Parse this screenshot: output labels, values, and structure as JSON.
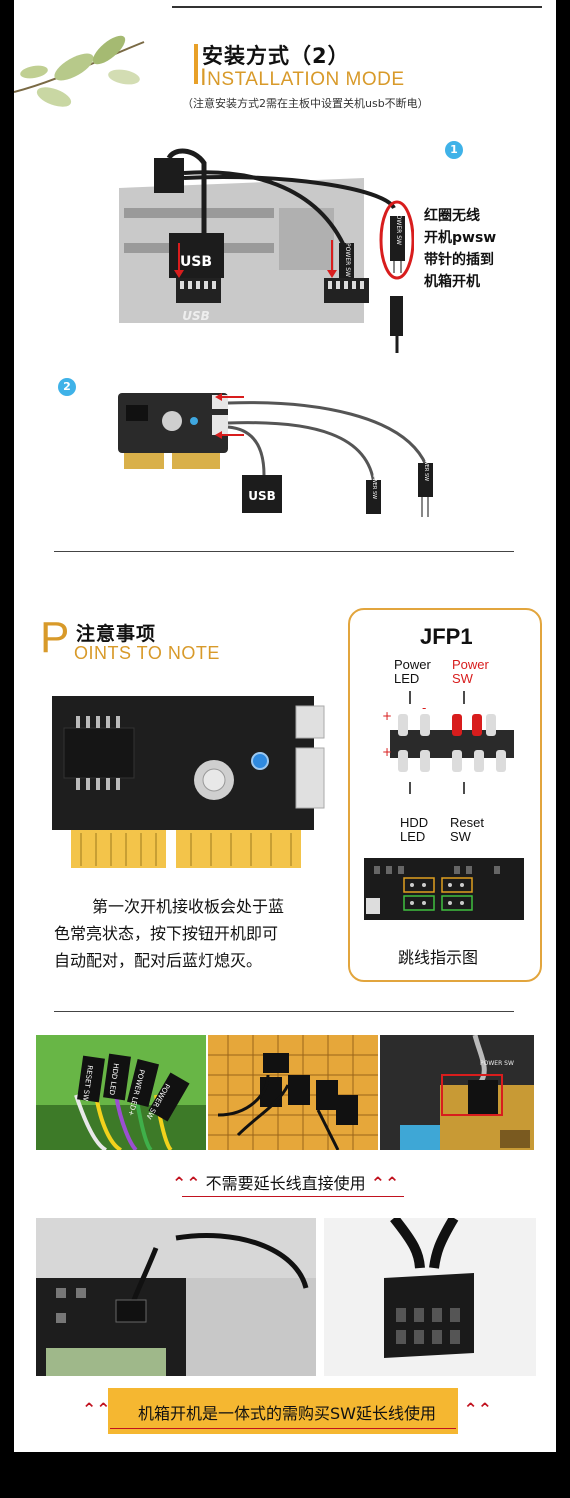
{
  "section1": {
    "title_cn": "安装方式（2）",
    "title_en_initial": "I",
    "title_en_rest": "NSTALLATION MODE",
    "note": "（注意安装方式2需在主板中设置关机usb不断电）",
    "badge1": "1",
    "badge2": "2",
    "callout_lines": [
      "红圈无线",
      "开机pwsw",
      "带针的插到",
      "机箱开机"
    ],
    "usb_label": "USB",
    "usb_silk": "USB",
    "power_sw_label": "POWER SW"
  },
  "section2": {
    "title_cn": "注意事项",
    "title_en_initial": "P",
    "title_en_rest": "OINTS TO NOTE",
    "description_lines": [
      "第一次开机接收板会处于蓝",
      "色常亮状态，按下按钮开机即可",
      "自动配对，配对后蓝灯熄灭。"
    ],
    "jfp": {
      "title": "JFP1",
      "power_led_1": "Power",
      "power_led_2": "LED",
      "power_sw_1": "Power",
      "power_sw_2": "SW",
      "hdd_led_1": "HDD",
      "hdd_led_2": "LED",
      "reset_sw_1": "Reset",
      "reset_sw_2": "SW",
      "plus": "+",
      "minus": "-",
      "caption": "跳线指示图"
    }
  },
  "section3": {
    "caption1": "不需要延长线直接使用",
    "caption2": "机箱开机是一体式的需购买SW延长线使用",
    "chevron": "⌃⌃",
    "photo1_labels": [
      "RESET SW",
      "HDD LED",
      "POWER LED+",
      "POWER SW"
    ],
    "photo3_label": "POWER SW"
  },
  "colors": {
    "accent_orange": "#e8a028",
    "badge_blue": "#3fb2e8",
    "red": "#d81d1d",
    "banner_yellow": "#f5b731"
  }
}
